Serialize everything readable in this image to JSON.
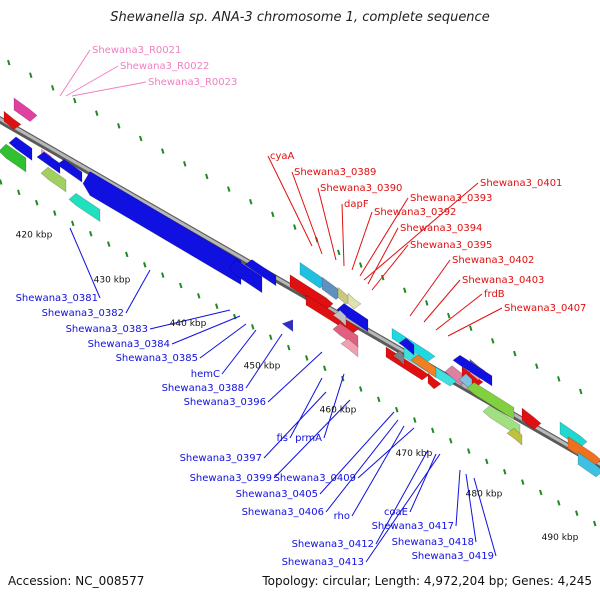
{
  "title": "Shewanella sp. ANA-3 chromosome 1, complete sequence",
  "footer": {
    "accession": "Accession: NC_008577",
    "summary": "Topology: circular; Length: 4,972,204 bp; Genes: 4,245"
  },
  "colors": {
    "rna": "#f080c0",
    "forward": "#e01010",
    "reverse": "#1010e0",
    "backbone": "#808080",
    "ticks": "#228822"
  },
  "ticks": [
    "420 kbp",
    "430 kbp",
    "440 kbp",
    "450 kbp",
    "460 kbp",
    "470 kbp",
    "480 kbp",
    "490 kbp"
  ],
  "labels": {
    "rna": [
      "Shewana3_R0021",
      "Shewana3_R0022",
      "Shewana3_R0023"
    ],
    "forward": [
      "cyaA",
      "Shewana3_0389",
      "Shewana3_0390",
      "dapF",
      "Shewana3_0392",
      "Shewana3_0393",
      "Shewana3_0401",
      "Shewana3_0394",
      "Shewana3_0395",
      "Shewana3_0402",
      "Shewana3_0403",
      "frdB",
      "Shewana3_0407"
    ],
    "reverse": [
      "Shewana3_0381",
      "Shewana3_0382",
      "Shewana3_0383",
      "Shewana3_0384",
      "Shewana3_0385",
      "hemC",
      "Shewana3_0388",
      "Shewana3_0396",
      "fis",
      "prmA",
      "Shewana3_0397",
      "Shewana3_0399",
      "Shewana3_0405",
      "Shewana3_0409",
      "Shewana3_0406",
      "rho",
      "coaE",
      "Shewana3_0417",
      "Shewana3_0412",
      "Shewana3_0418",
      "Shewana3_0413",
      "Shewana3_0419"
    ]
  }
}
